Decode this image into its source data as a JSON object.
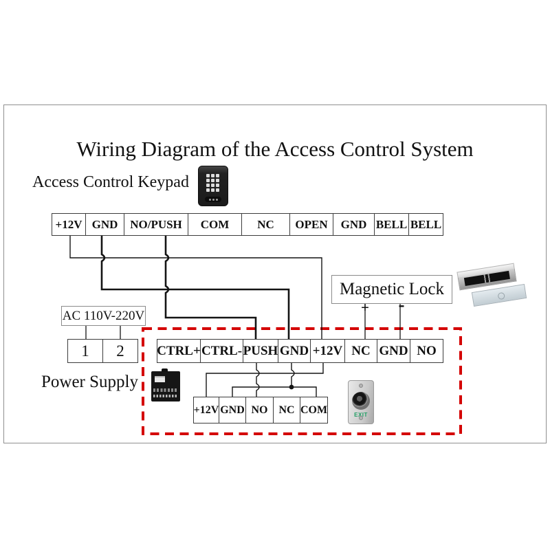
{
  "title": "Wiring Diagram of the Access Control System",
  "keypad": {
    "label": "Access Control Keypad",
    "terminals": [
      "+12V",
      "GND",
      "NO/PUSH",
      "COM",
      "NC",
      "OPEN",
      "GND",
      "BELL",
      "BELL"
    ]
  },
  "ac_input": {
    "label": "AC 110V-220V",
    "terminals": [
      "1",
      "2"
    ]
  },
  "magnetic_lock": {
    "label": "Magnetic Lock",
    "polarity_plus": "+",
    "polarity_minus": "-"
  },
  "power_supply": {
    "label": "Power Supply",
    "terminals": [
      "CTRL+",
      "CTRL-",
      "PUSH",
      "GND",
      "+12V",
      "NC",
      "GND",
      "NO"
    ]
  },
  "controller_outputs": {
    "terminals": [
      "+12V",
      "GND",
      "NO",
      "NC",
      "COM"
    ]
  },
  "exit_button": {
    "label": "EXIT"
  },
  "colors": {
    "accent_red": "#d40000",
    "wire": "#141414",
    "exit_green": "#1f9e63"
  }
}
